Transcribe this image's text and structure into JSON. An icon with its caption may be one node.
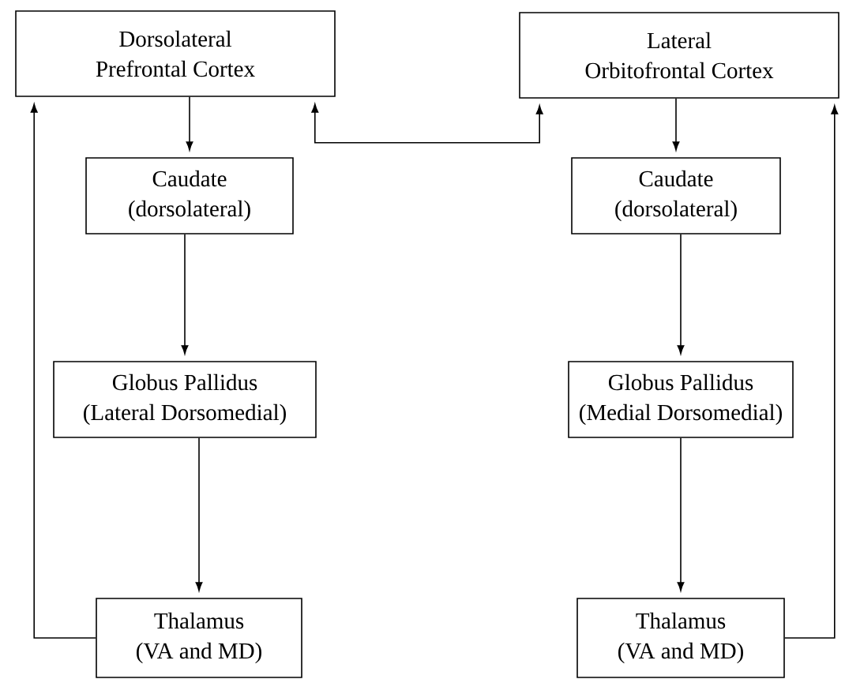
{
  "diagram": {
    "nodes": [
      {
        "text": [
          "Dorsolateral Prefrontal Cortex"
        ]
      },
      {
        "text": [
          "Lateral Orbitofrontal Cortex"
        ]
      },
      {
        "text": [
          "Caudate",
          "(dorsolateral)"
        ]
      },
      {
        "text": [
          "Globus Pallidus",
          "(Lateral Dorsomedial)"
        ]
      },
      {
        "text": [
          "Thalamus",
          "(VA and MD)"
        ]
      },
      {
        "text": [
          "Caudate",
          "(dorsolateral)"
        ]
      },
      {
        "text": [
          "Globus Pallidus",
          "(Medial Dorsomedial)"
        ]
      },
      {
        "text": [
          "Thalamus",
          "(VA and MD)"
        ]
      }
    ],
    "edges": [
      {
        "from": 0,
        "to": 2,
        "arrow": "to"
      },
      {
        "from": 2,
        "to": 3,
        "arrow": "to"
      },
      {
        "from": 3,
        "to": 4,
        "arrow": "to"
      },
      {
        "from": 4,
        "to": 0,
        "arrow": "to"
      },
      {
        "from": 0,
        "to": 1,
        "arrow": "both"
      },
      {
        "from": 1,
        "to": 5,
        "arrow": "to"
      },
      {
        "from": 5,
        "to": 6,
        "arrow": "to"
      },
      {
        "from": 6,
        "to": 7,
        "arrow": "to"
      },
      {
        "from": 7,
        "to": 1,
        "arrow": "to"
      }
    ]
  }
}
